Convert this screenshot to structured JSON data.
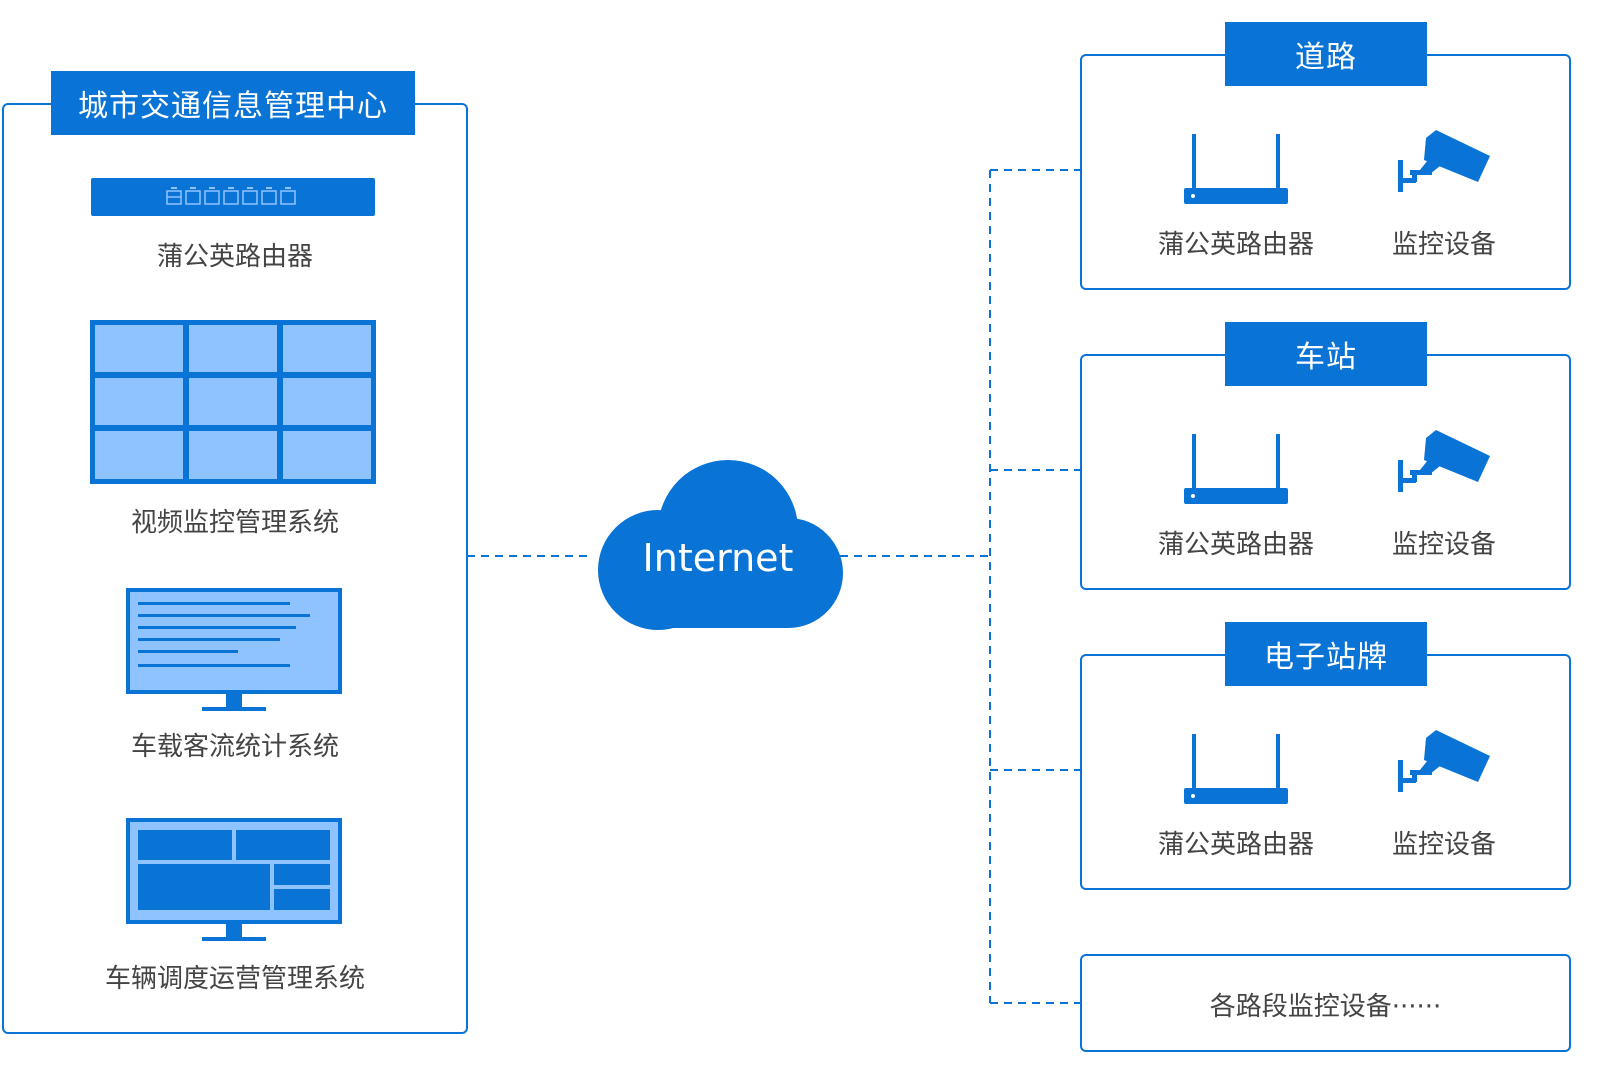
{
  "center": {
    "title": "城市交通信息管理中心",
    "items": [
      {
        "label": "蒲公英路由器"
      },
      {
        "label": "视频监控管理系统"
      },
      {
        "label": "车载客流统计系统"
      },
      {
        "label": "车辆调度运营管理系统"
      }
    ]
  },
  "cloud": {
    "label": "Internet"
  },
  "sites": [
    {
      "title": "道路",
      "router_label": "蒲公英路由器",
      "camera_label": "监控设备"
    },
    {
      "title": "车站",
      "router_label": "蒲公英路由器",
      "camera_label": "监控设备"
    },
    {
      "title": "电子站牌",
      "router_label": "蒲公英路由器",
      "camera_label": "监控设备"
    }
  ],
  "more": {
    "label": "各路段监控设备······"
  },
  "colors": {
    "primary": "#0a73d6",
    "light": "#8fc3ff",
    "text": "#444444"
  }
}
